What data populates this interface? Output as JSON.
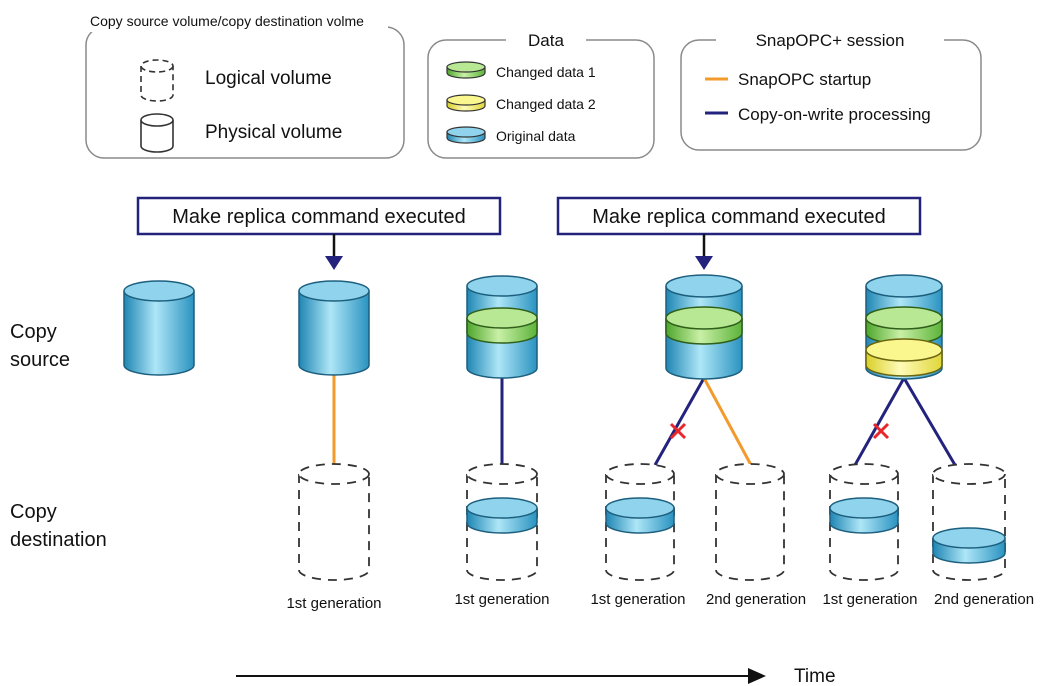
{
  "legend": {
    "volumes": {
      "title": "Copy source volume/copy destination volme",
      "items": [
        {
          "label": "Logical volume",
          "icon": "dashed-cylinder-icon"
        },
        {
          "label": "Physical volume",
          "icon": "solid-cylinder-icon"
        }
      ]
    },
    "data": {
      "title": "Data",
      "items": [
        {
          "label": "Changed data 1",
          "color": "#8fd35a"
        },
        {
          "label": "Changed data 2",
          "color": "#f5f06a"
        },
        {
          "label": "Original data",
          "color": "#46b4d8"
        }
      ]
    },
    "session": {
      "title": "SnapOPC+ session",
      "items": [
        {
          "label": "SnapOPC startup",
          "color": "#f39a2c"
        },
        {
          "label": "Copy-on-write processing",
          "color": "#23237e"
        }
      ]
    }
  },
  "commands": {
    "first": "Make replica command executed",
    "second": "Make replica command executed"
  },
  "rows": {
    "source": [
      "Copy",
      "source"
    ],
    "destination": [
      "Copy",
      "destination"
    ]
  },
  "generations": {
    "stage2": "1st generation",
    "stage3": "1st generation",
    "stage4_first": "1st generation",
    "stage4_second": "2nd generation",
    "stage5_first": "1st generation",
    "stage5_second": "2nd generation"
  },
  "time_label": "Time",
  "colors": {
    "cylinder_blue": "#46b4d8",
    "changed_green": "#8fd35a",
    "changed_yellow": "#f5f06a",
    "startup_orange": "#f39a2c",
    "cow_navy": "#23237e",
    "cross_red": "#e8262b"
  }
}
